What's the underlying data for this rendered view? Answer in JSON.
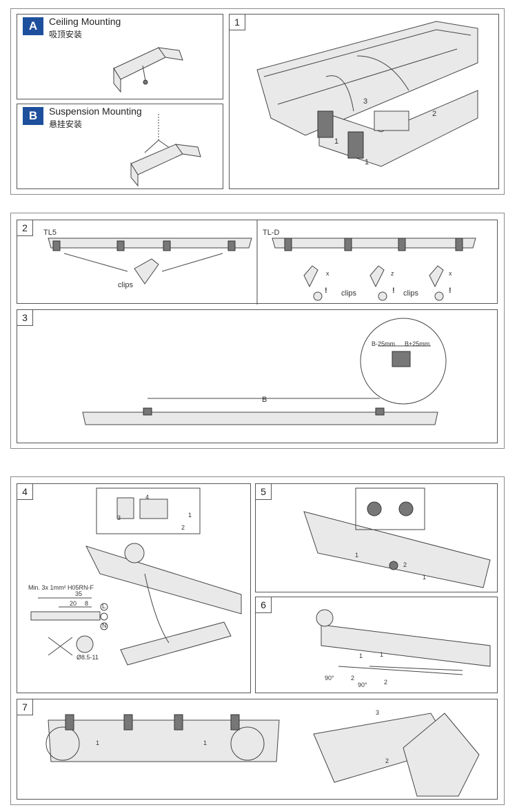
{
  "steps": {
    "A": {
      "letter": "A",
      "title": "Ceiling Mounting",
      "title_cn": "吸顶安装"
    },
    "B": {
      "letter": "B",
      "title": "Suspension Mounting",
      "title_cn": "悬挂安装"
    },
    "s1": {
      "num": "1",
      "arrow_3": "3",
      "arrow_1a": "1",
      "arrow_1b": "1",
      "arrow_2": "2"
    },
    "s2": {
      "num": "2",
      "tl5": "TL5",
      "tld": "TL-D",
      "clips_a": "clips",
      "clips_b": "clips",
      "clips_c": "clips",
      "x1": "x",
      "z": "z",
      "x2": "x",
      "exclam1": "!",
      "exclam2": "!",
      "exclam3": "!"
    },
    "s3": {
      "num": "3",
      "dim_b": "B",
      "dim_minus": "B-25mm",
      "dim_plus": "B+25mm"
    },
    "s4": {
      "num": "4",
      "cable": "Min. 3x 1mm² H05RN-F",
      "d35": "35",
      "d20": "20",
      "d8": "8",
      "diam": "Ø8.5-11",
      "lbl_l": "L",
      "lbl_n": "N",
      "n1": "1",
      "n2": "2",
      "n3": "3",
      "n4": "4"
    },
    "s5": {
      "num": "5",
      "n1": "1",
      "n2": "2",
      "n1b": "1"
    },
    "s6": {
      "num": "6",
      "a90": "90°",
      "a90b": "90°",
      "n1": "1",
      "n2": "2",
      "n1b": "1",
      "n2b": "2"
    },
    "s7": {
      "num": "7",
      "n1": "1",
      "n1b": "1",
      "n2": "2",
      "n3": "3"
    }
  }
}
